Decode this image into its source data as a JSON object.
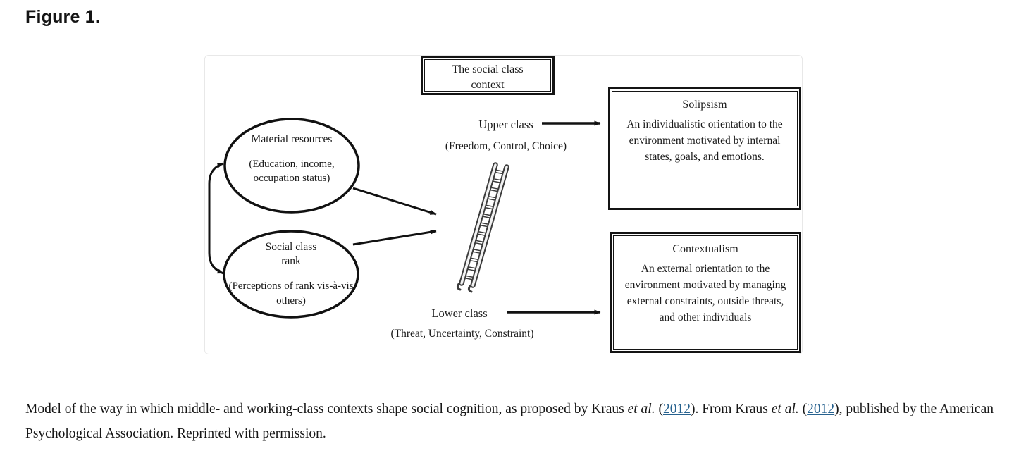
{
  "page": {
    "title": "Figure 1."
  },
  "diagram": {
    "top_box": {
      "label": "The social class context"
    },
    "ellipses": {
      "material": {
        "title": "Material resources",
        "subtitle": "(Education, income, occupation status)"
      },
      "social": {
        "title": "Social class rank",
        "subtitle": "(Perceptions of rank vis-à-vis others)"
      }
    },
    "upper_class": {
      "label": "Upper class",
      "subtitle": "(Freedom, Control, Choice)"
    },
    "lower_class": {
      "label": "Lower class",
      "subtitle": "(Threat, Uncertainty, Constraint)"
    },
    "solipsism": {
      "title": "Solipsism",
      "body": "An individualistic orientation to the environment motivated by internal states, goals, and emotions."
    },
    "contextualism": {
      "title": "Contextualism",
      "body": "An external orientation to the environment motivated by managing external constraints, outside threats, and other individuals"
    },
    "icons": {
      "ladder": "ladder-icon"
    }
  },
  "caption": {
    "parts": [
      {
        "text": "Model of the way in which middle- and working-class contexts shape social cognition, as proposed by Kraus ",
        "style": "normal"
      },
      {
        "text": "et al.",
        "style": "italic"
      },
      {
        "text": " (",
        "style": "normal"
      },
      {
        "text": "2012",
        "style": "link"
      },
      {
        "text": "). From Kraus ",
        "style": "normal"
      },
      {
        "text": "et al.",
        "style": "italic"
      },
      {
        "text": " (",
        "style": "normal"
      },
      {
        "text": "2012",
        "style": "link"
      },
      {
        "text": "), published by the American Psychological Association. Reprinted with permission.",
        "style": "normal"
      }
    ]
  },
  "colors": {
    "link": "#26618e",
    "stroke": "#111111",
    "panel_border": "#e8e8e8"
  }
}
